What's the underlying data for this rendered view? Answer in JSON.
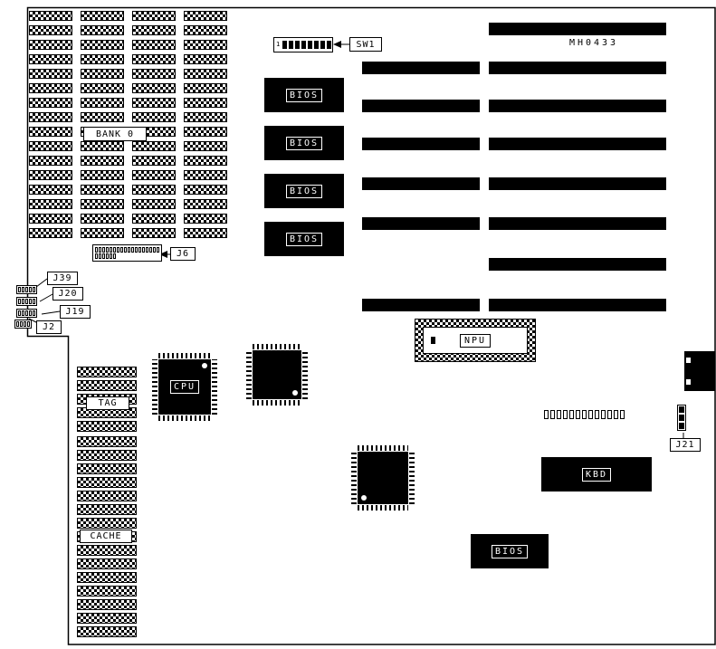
{
  "board": {
    "model": "MH0433"
  },
  "labels": {
    "bank0": "BANK 0",
    "sw1": "SW1",
    "sw1_pin1": "1",
    "bios": "BIOS",
    "j6": "J6",
    "j39": "J39",
    "j20": "J20",
    "j19": "J19",
    "j2": "J2",
    "j21": "J21",
    "cpu": "CPU",
    "npu": "NPU",
    "tag": "TAG",
    "cache": "CACHE",
    "kbd": "KBD"
  }
}
